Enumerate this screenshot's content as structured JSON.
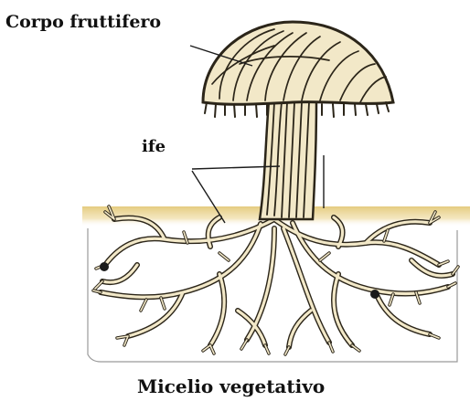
{
  "labels": {
    "fruiting_body": "Corpo fruttifero",
    "hyphae": "ife",
    "mycelium": "Micelio vegetativo"
  },
  "colors": {
    "hypha_fill": "#f2e8c8",
    "hypha_outline": "#2b2519",
    "soil": "#e6cf88",
    "spore_dot": "#1a1a1a",
    "leader_line": "#1c1c1c",
    "text": "#111111"
  }
}
